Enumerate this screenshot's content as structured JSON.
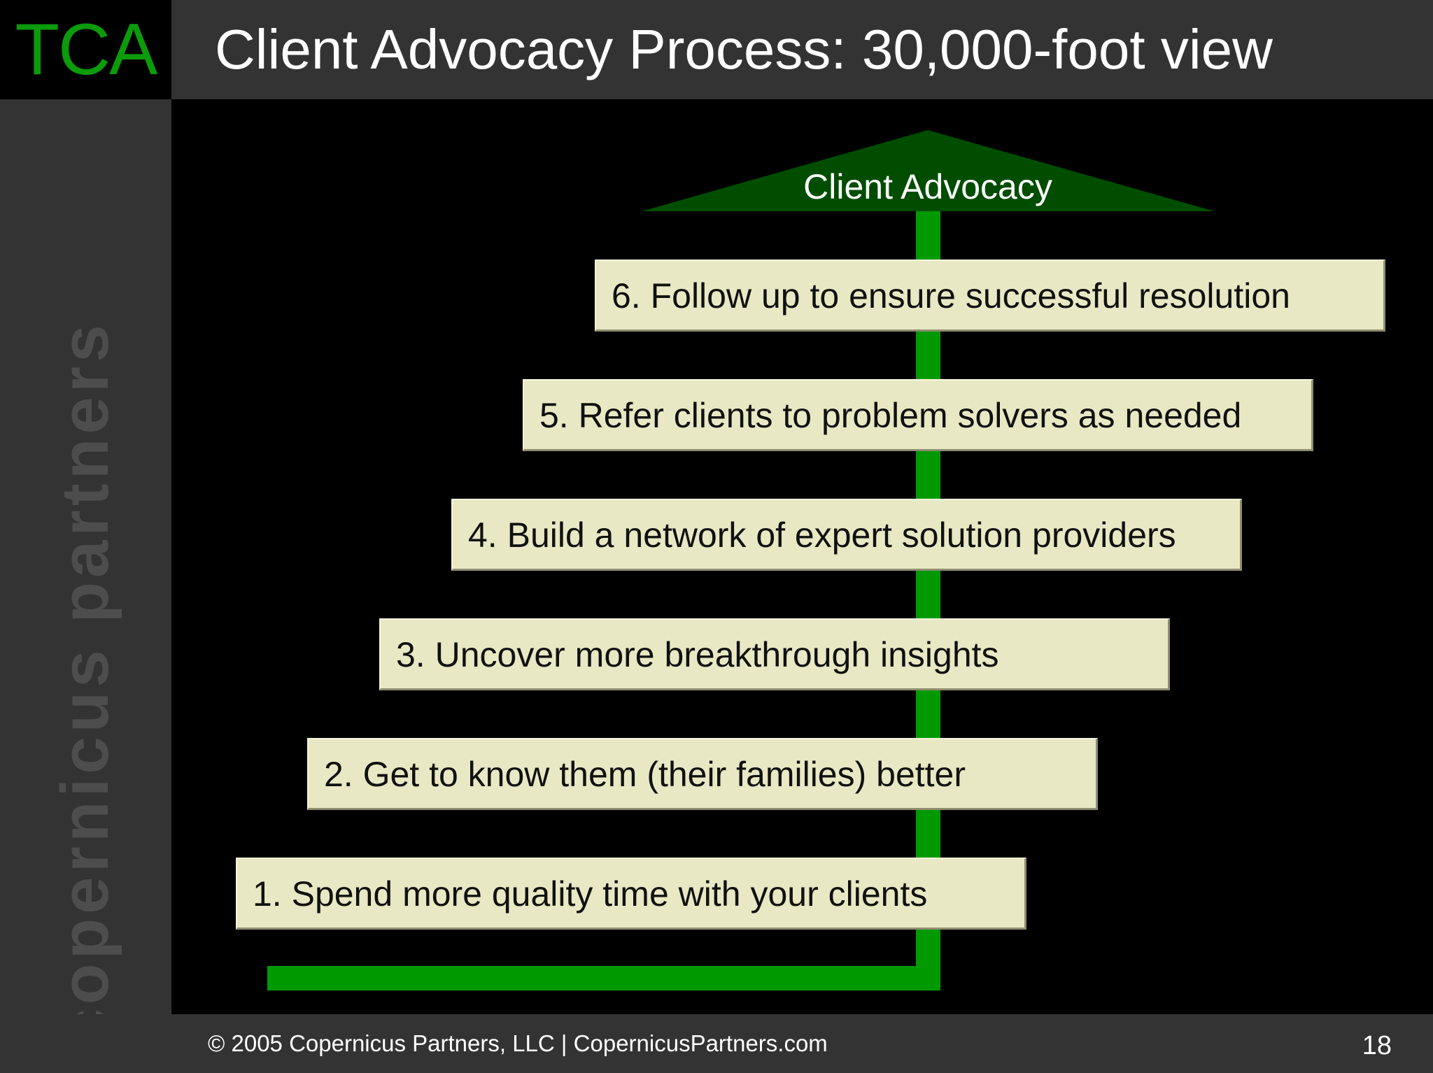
{
  "header": {
    "logo_text": "TCA",
    "title": "Client Advocacy Process: 30,000-foot view"
  },
  "sidebar": {
    "watermark": "copernicus partners"
  },
  "diagram": {
    "apex_label": "Client Advocacy",
    "steps": [
      {
        "label": "1. Spend more quality time with your clients"
      },
      {
        "label": "2. Get to know them (their families) better"
      },
      {
        "label": "3. Uncover more breakthrough insights"
      },
      {
        "label": "4. Build a network of expert solution providers"
      },
      {
        "label": "5. Refer clients to problem solvers as needed"
      },
      {
        "label": "6. Follow up to ensure successful resolution"
      }
    ],
    "colors": {
      "box_fill": "#e9e8c4",
      "connector": "#009900",
      "apex_fill": "#004d00",
      "logo": "#0b9b0b"
    }
  },
  "footer": {
    "copyright": "© 2005 Copernicus Partners, LLC | CopernicusPartners.com",
    "page_number": "18"
  }
}
